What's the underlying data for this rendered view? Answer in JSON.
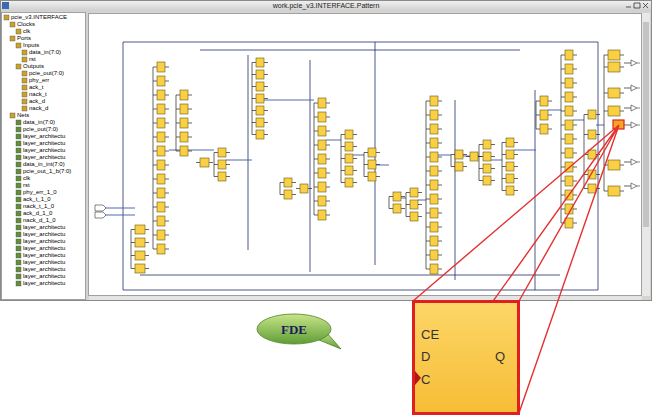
{
  "diagram": {
    "nodes": [
      {
        "text": [
          "FDE"
        ]
      },
      {
        "text": [
          "CE",
          "D",
          "Q",
          "C"
        ]
      }
    ],
    "labels": [
      "work.pcie_v3.INTERFACE.Pattern",
      "pcie_v3.INTERFACE",
      "Clocks",
      "clk",
      "Ports",
      "Inputs",
      "data_in(7:0)",
      "rst",
      "Outputs",
      "pcie_out(7:0)",
      "phy_err",
      "ack_t",
      "nack_t",
      "ack_d",
      "nack_d",
      "Nets",
      "data_in(7:0)",
      "pcie_out(7:0)",
      "layer_architectu",
      "layer_architectu",
      "layer_architectu",
      "layer_architectu",
      "data_in_int(7:0)",
      "pcie_out_1_b(7:0)",
      "clk",
      "rst",
      "phy_err_1_0",
      "ack_t_1_0",
      "nack_t_1_0",
      "ack_d_1_0",
      "nack_d_1_0",
      "layer_architectu",
      "layer_architectu",
      "layer_architectu",
      "layer_architectu",
      "layer_architectu",
      "layer_architectu",
      "layer_architectu",
      "layer_architectu",
      "layer_architectu"
    ]
  }
}
